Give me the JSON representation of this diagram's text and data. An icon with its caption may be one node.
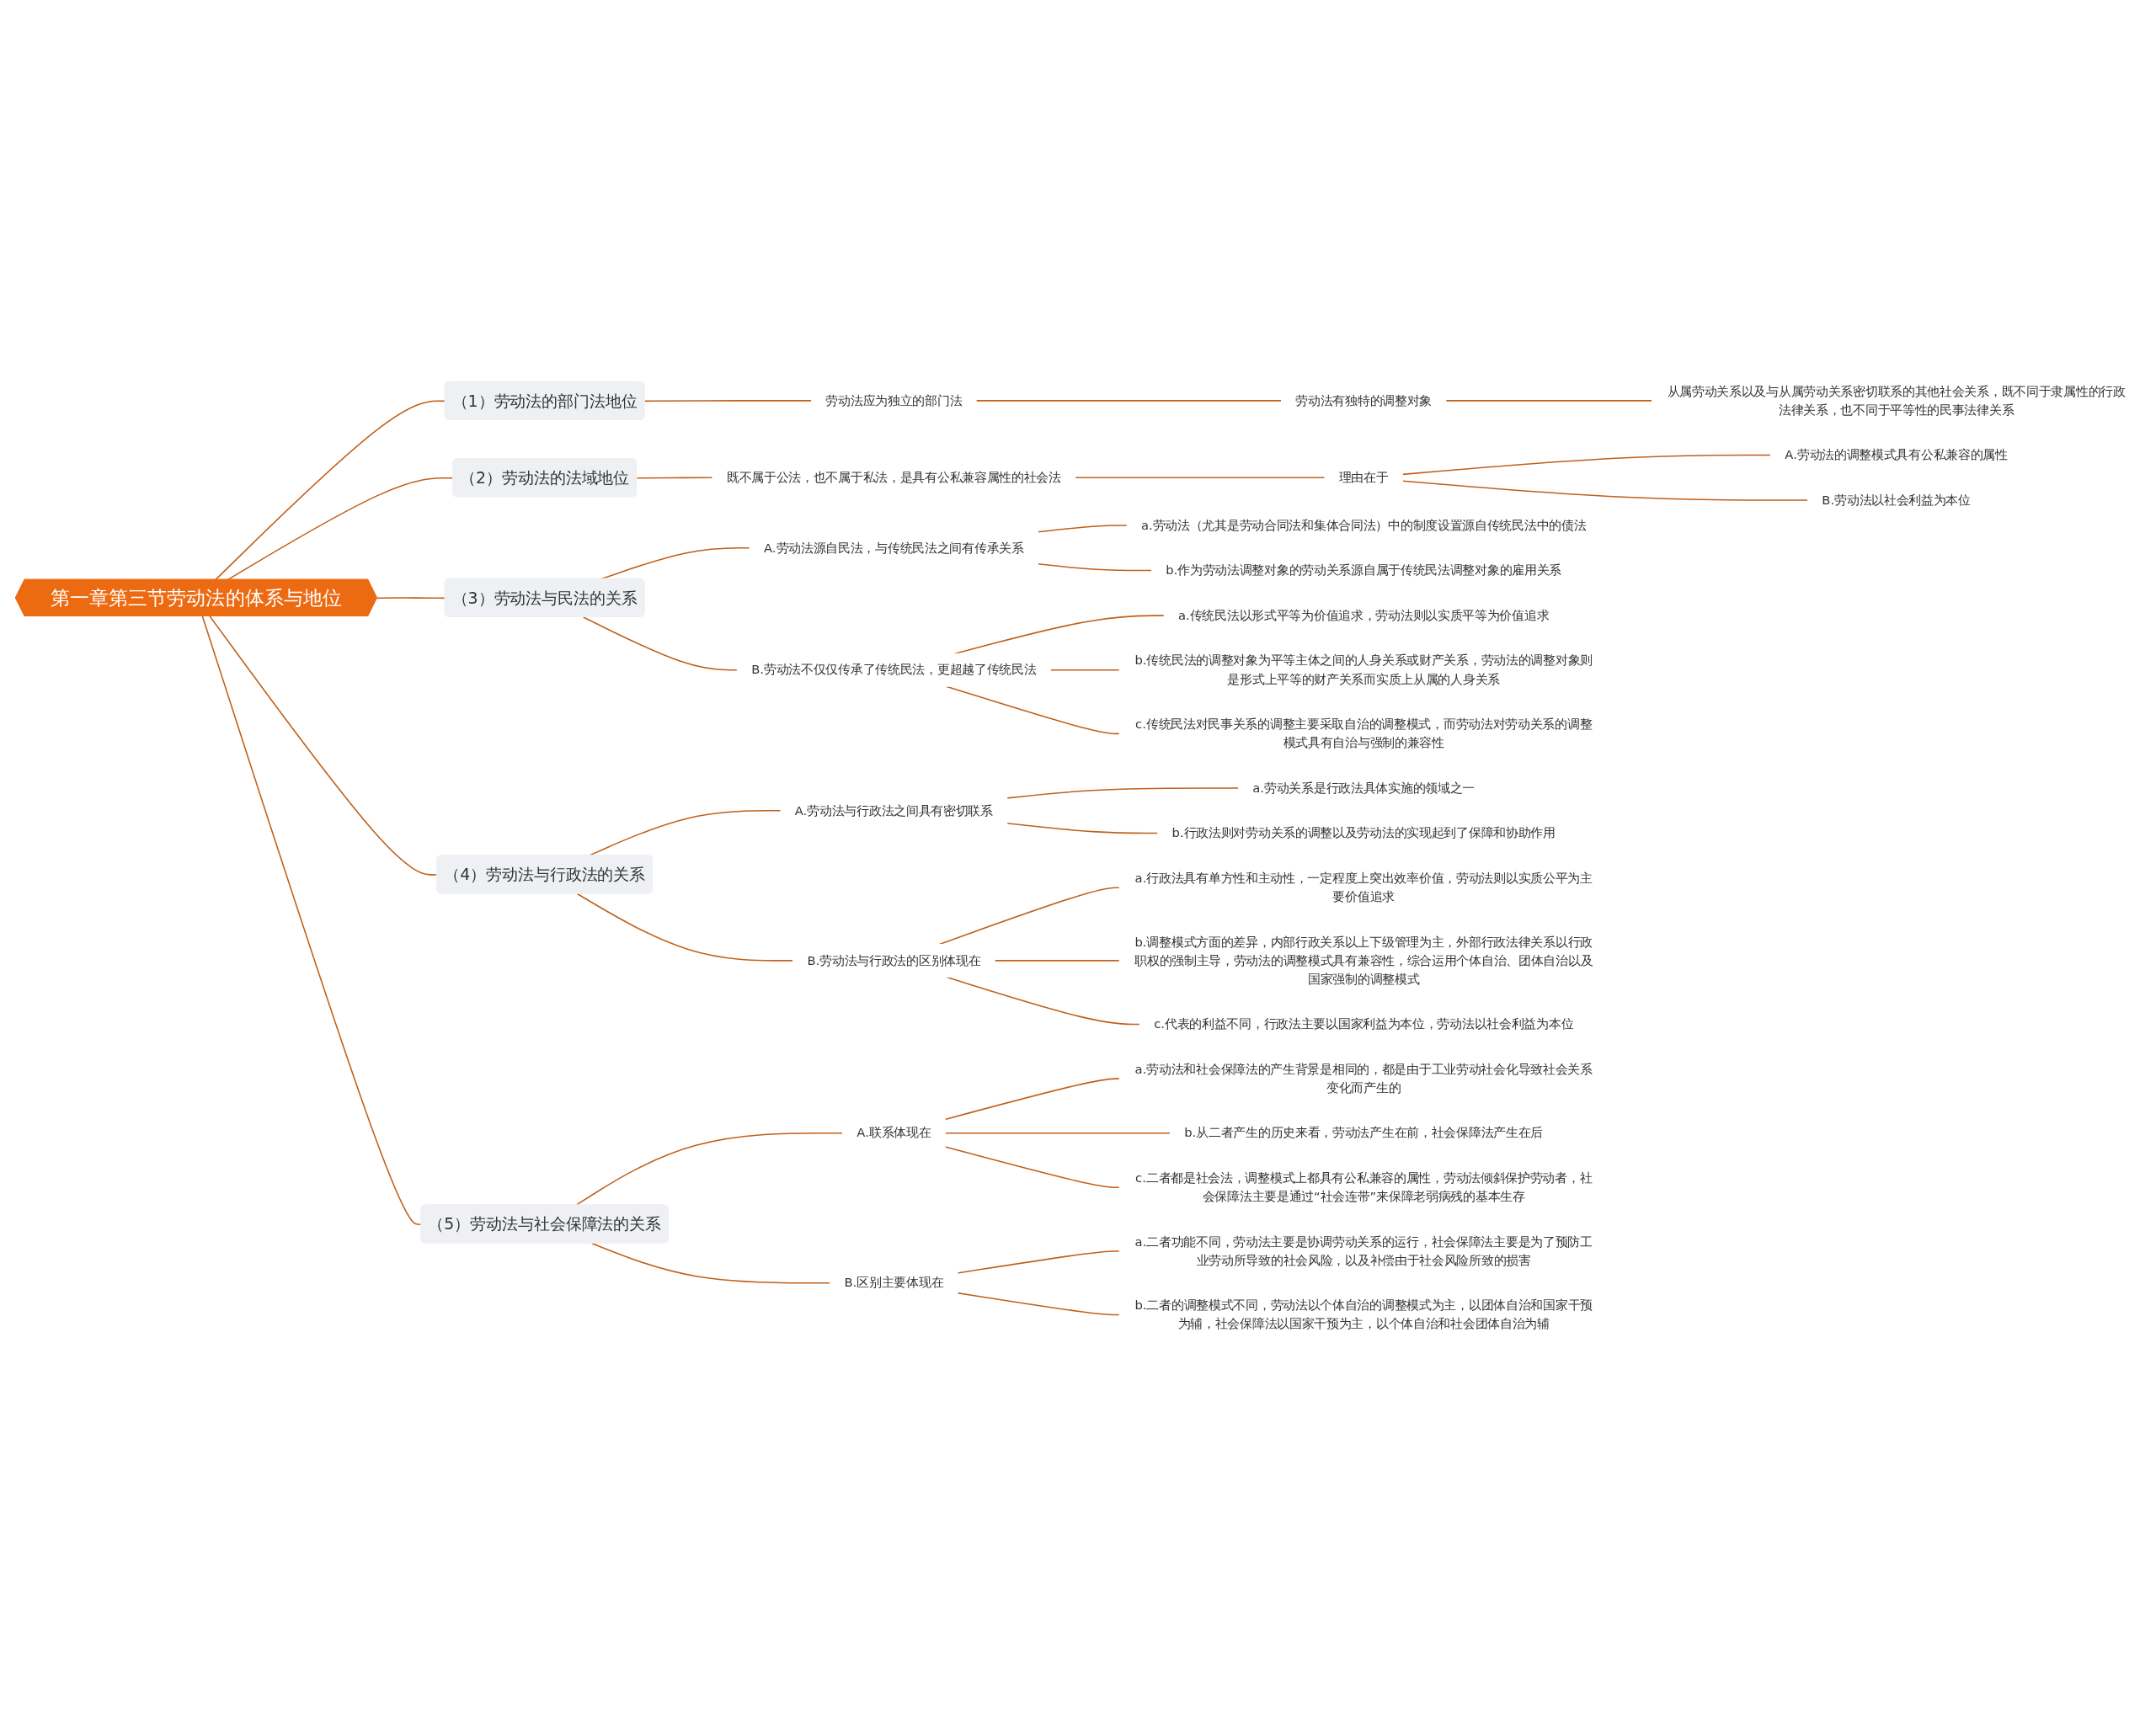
{
  "diagram": {
    "nodes": [
      {
        "text": [
          "第一章第三节劳动法的体系与地位"
        ]
      },
      {
        "text": [
          "（1）劳动法的部门法地位"
        ]
      },
      {
        "text": [
          "劳动法应为独立的部门法"
        ]
      },
      {
        "text": [
          "劳动法有独特的调整对象"
        ]
      },
      {
        "text": [
          "从属劳动关系以及与从属劳动关系密切联系的其他社会关系，既不同于隶属性的行政法律关系，也不同于平等性的民事法律关系"
        ]
      },
      {
        "text": [
          "（2）劳动法的法域地位"
        ]
      },
      {
        "text": [
          "既不属于公法，也不属于私法，是具有公私兼容属性的社会法"
        ]
      },
      {
        "text": [
          "理由在于"
        ]
      },
      {
        "text": [
          "A.劳动法的调整模式具有公私兼容的属性"
        ]
      },
      {
        "text": [
          "B.劳动法以社会利益为本位"
        ]
      },
      {
        "text": [
          "（3）劳动法与民法的关系"
        ]
      },
      {
        "text": [
          "A.劳动法源自民法，与传统民法之间有传承关系"
        ]
      },
      {
        "text": [
          "a.劳动法（尤其是劳动合同法和集体合同法）中的制度设置源自传统民法中的债法"
        ]
      },
      {
        "text": [
          "b.作为劳动法调整对象的劳动关系源自属于传统民法调整对象的雇用关系"
        ]
      },
      {
        "text": [
          "B.劳动法不仅仅传承了传统民法，更超越了传统民法"
        ]
      },
      {
        "text": [
          "a.传统民法以形式平等为价值追求，劳动法则以实质平等为价值追求"
        ]
      },
      {
        "text": [
          "b.传统民法的调整对象为平等主体之间的人身关系或财产关系，劳动法的调整对象则是形式上平等的财产关系而实质上从属的人身关系"
        ]
      },
      {
        "text": [
          "c.传统民法对民事关系的调整主要采取自治的调整模式，而劳动法对劳动关系的调整模式具有自治与强制的兼容性"
        ]
      },
      {
        "text": [
          "（4）劳动法与行政法的关系"
        ]
      },
      {
        "text": [
          "A.劳动法与行政法之间具有密切联系"
        ]
      },
      {
        "text": [
          "a.劳动关系是行政法具体实施的领域之一"
        ]
      },
      {
        "text": [
          "b.行政法则对劳动关系的调整以及劳动法的实现起到了保障和协助作用"
        ]
      },
      {
        "text": [
          "B.劳动法与行政法的区别体现在"
        ]
      },
      {
        "text": [
          "a.行政法具有单方性和主动性，一定程度上突出效率价值，劳动法则以实质公平为主要价值追求"
        ]
      },
      {
        "text": [
          "b.调整模式方面的差异，内部行政关系以上下级管理为主，外部行政法律关系以行政职权的强制主导，劳动法的调整模式具有兼容性，综合运用个体自治、团体自治以及国家强制的调整模式"
        ]
      },
      {
        "text": [
          "c.代表的利益不同，行政法主要以国家利益为本位，劳动法以社会利益为本位"
        ]
      },
      {
        "text": [
          "（5）劳动法与社会保障法的关系"
        ]
      },
      {
        "text": [
          "A.联系体现在"
        ]
      },
      {
        "text": [
          "a.劳动法和社会保障法的产生背景是相同的，都是由于工业劳动社会化导致社会关系变化而产生的"
        ]
      },
      {
        "text": [
          "b.从二者产生的历史来看，劳动法产生在前，社会保障法产生在后"
        ]
      },
      {
        "text": [
          "c.二者都是社会法，调整模式上都具有公私兼容的属性，劳动法倾斜保护劳动者，社会保障法主要是通过“社会连带”来保障老弱病残的基本生存"
        ]
      },
      {
        "text": [
          "B.区别主要体现在"
        ]
      },
      {
        "text": [
          "a.二者功能不同，劳动法主要是协调劳动关系的运行，社会保障法主要是为了预防工业劳动所导致的社会风险，以及补偿由于社会风险所致的损害"
        ]
      },
      {
        "text": [
          "b.二者的调整模式不同，劳动法以个体自治的调整模式为主，以团体自治和国家干预为辅，社会保障法以国家干预为主，以个体自治和社会团体自治为辅"
        ]
      }
    ],
    "edges": [
      {
        "from": 0,
        "to": 1,
        "arrow": "none"
      },
      {
        "from": 1,
        "to": 2,
        "arrow": "none"
      },
      {
        "from": 2,
        "to": 3,
        "arrow": "none"
      },
      {
        "from": 3,
        "to": 4,
        "arrow": "none"
      },
      {
        "from": 0,
        "to": 5,
        "arrow": "none"
      },
      {
        "from": 5,
        "to": 6,
        "arrow": "none"
      },
      {
        "from": 6,
        "to": 7,
        "arrow": "none"
      },
      {
        "from": 7,
        "to": 8,
        "arrow": "none"
      },
      {
        "from": 7,
        "to": 9,
        "arrow": "none"
      },
      {
        "from": 0,
        "to": 10,
        "arrow": "none"
      },
      {
        "from": 10,
        "to": 11,
        "arrow": "none"
      },
      {
        "from": 11,
        "to": 12,
        "arrow": "none"
      },
      {
        "from": 11,
        "to": 13,
        "arrow": "none"
      },
      {
        "from": 10,
        "to": 14,
        "arrow": "none"
      },
      {
        "from": 14,
        "to": 15,
        "arrow": "none"
      },
      {
        "from": 14,
        "to": 16,
        "arrow": "none"
      },
      {
        "from": 14,
        "to": 17,
        "arrow": "none"
      },
      {
        "from": 0,
        "to": 18,
        "arrow": "none"
      },
      {
        "from": 18,
        "to": 19,
        "arrow": "none"
      },
      {
        "from": 19,
        "to": 20,
        "arrow": "none"
      },
      {
        "from": 19,
        "to": 21,
        "arrow": "none"
      },
      {
        "from": 18,
        "to": 22,
        "arrow": "none"
      },
      {
        "from": 22,
        "to": 23,
        "arrow": "none"
      },
      {
        "from": 22,
        "to": 24,
        "arrow": "none"
      },
      {
        "from": 22,
        "to": 25,
        "arrow": "none"
      },
      {
        "from": 0,
        "to": 26,
        "arrow": "none"
      },
      {
        "from": 26,
        "to": 27,
        "arrow": "none"
      },
      {
        "from": 27,
        "to": 28,
        "arrow": "none"
      },
      {
        "from": 27,
        "to": 29,
        "arrow": "none"
      },
      {
        "from": 27,
        "to": 30,
        "arrow": "none"
      },
      {
        "from": 26,
        "to": 31,
        "arrow": "none"
      },
      {
        "from": 31,
        "to": 32,
        "arrow": "none"
      },
      {
        "from": 31,
        "to": 33,
        "arrow": "none"
      }
    ]
  }
}
